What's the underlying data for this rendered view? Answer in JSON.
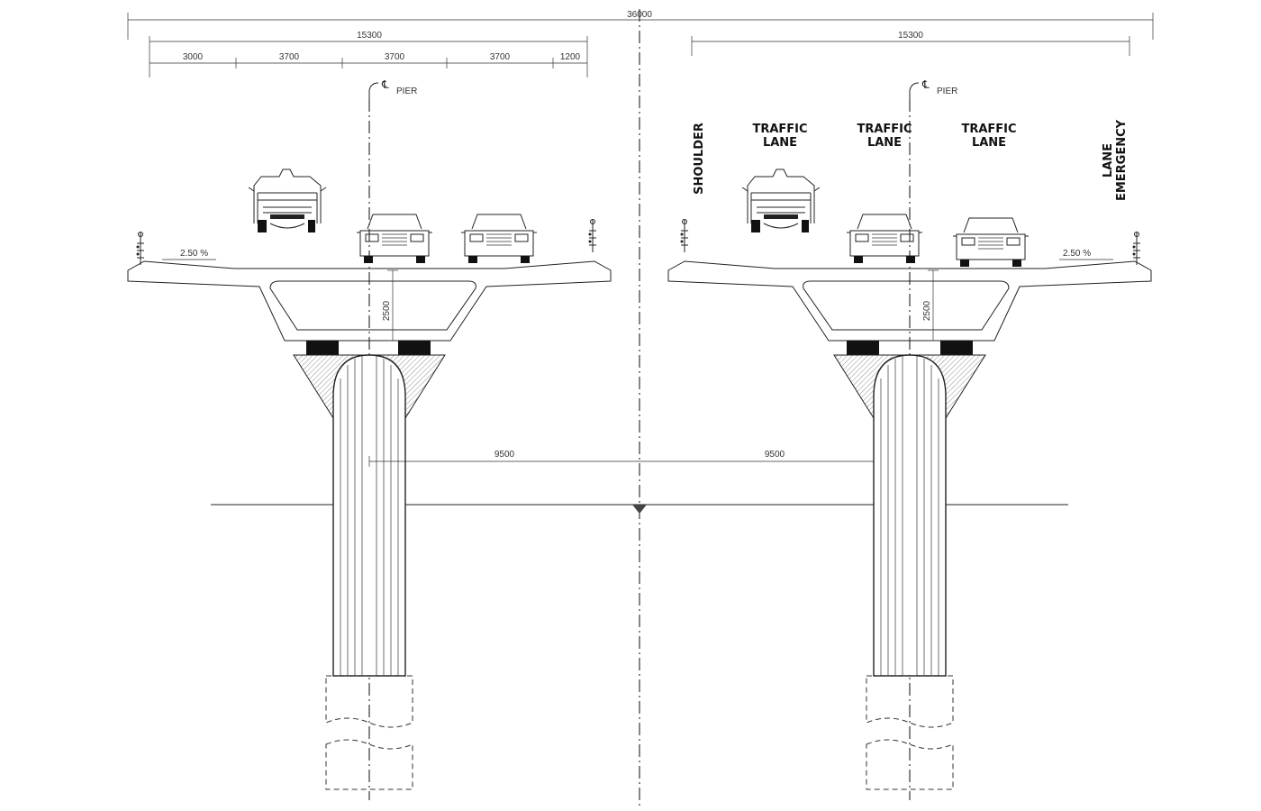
{
  "dimensions": {
    "overall": "36000",
    "left_deck": "15300",
    "right_deck": "15300",
    "left_segments": [
      "3000",
      "3700",
      "3700",
      "3700",
      "1200"
    ],
    "height_left": "2500",
    "height_right": "2500",
    "offset_left": "9500",
    "offset_right": "9500",
    "slope_left": "2.50 %",
    "slope_right": "2.50 %"
  },
  "pier_marks": {
    "left": "PIER",
    "right": "PIER",
    "cl_symbol": "℄"
  },
  "lane_labels": {
    "shoulder": "SHOULDER",
    "traffic_1": [
      "TRAFFIC",
      "LANE"
    ],
    "traffic_2": [
      "TRAFFIC",
      "LANE"
    ],
    "traffic_3": [
      "TRAFFIC",
      "LANE"
    ],
    "emergency": [
      "LANE",
      "EMERGENCY"
    ]
  }
}
